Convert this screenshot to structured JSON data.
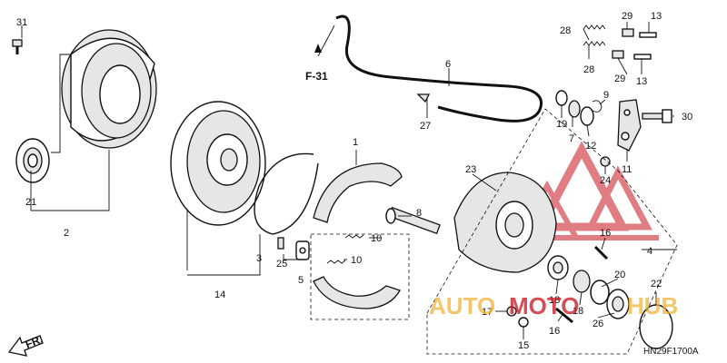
{
  "labels": {
    "l1": "1",
    "l2": "2",
    "l3": "3",
    "l4": "4",
    "l5": "5",
    "l6": "6",
    "l7": "7",
    "l8": "8",
    "l9": "9",
    "l10a": "10",
    "l10b": "10",
    "l11": "11",
    "l12": "12",
    "l13a": "13",
    "l13b": "13",
    "l14": "14",
    "l15": "15",
    "l16a": "16",
    "l16b": "16",
    "l17": "17",
    "l18a": "18",
    "l18b": "18",
    "l19": "19",
    "l20": "20",
    "l21": "21",
    "l22": "22",
    "l23": "23",
    "l24": "24",
    "l25": "25",
    "l26": "26",
    "l27": "27",
    "l28a": "28",
    "l28b": "28",
    "l29a": "29",
    "l29b": "29",
    "l30": "30",
    "l31": "31"
  },
  "ref_f31": "F-31",
  "direction": "FR.",
  "diagram_code": "HN29F1700A",
  "watermark": {
    "part1": "AUTO",
    "part2": "MOTO",
    "part3": "HUB"
  },
  "colors": {
    "watermark_red": "#c8141e",
    "watermark_orange": "#f0b43c"
  }
}
